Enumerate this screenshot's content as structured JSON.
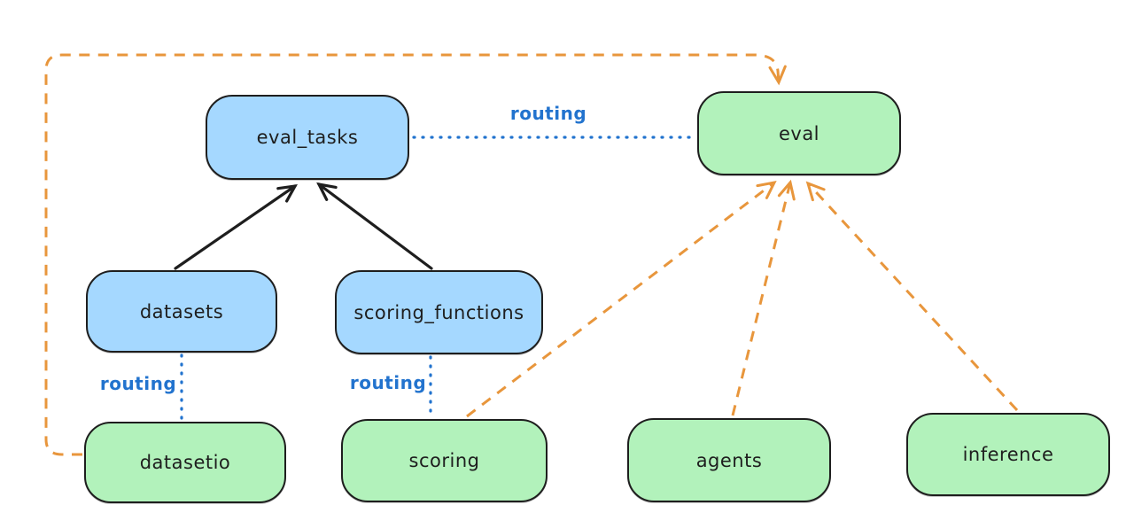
{
  "diagram": {
    "background_color": "#ffffff",
    "colors": {
      "node_stroke": "#1e1e1e",
      "blue_node_fill": "#a5d8ff",
      "green_node_fill": "#b2f2bb",
      "routing_label_blue": "#2273ce",
      "dashed_edge_orange": "#e8963c",
      "solid_edge_black": "#1e1e1e"
    },
    "nodes": [
      {
        "id": "eval_tasks",
        "label": "eval_tasks",
        "color": "blue"
      },
      {
        "id": "eval",
        "label": "eval",
        "color": "green"
      },
      {
        "id": "datasets",
        "label": "datasets",
        "color": "blue"
      },
      {
        "id": "scoring_functions",
        "label": "scoring_functions",
        "color": "blue"
      },
      {
        "id": "datasetio",
        "label": "datasetio",
        "color": "green"
      },
      {
        "id": "scoring",
        "label": "scoring",
        "color": "green"
      },
      {
        "id": "agents",
        "label": "agents",
        "color": "green"
      },
      {
        "id": "inference",
        "label": "inference",
        "color": "green"
      }
    ],
    "edge_labels": [
      {
        "id": "routing-top",
        "text": "routing"
      },
      {
        "id": "routing-datasetio",
        "text": "routing"
      },
      {
        "id": "routing-scoring",
        "text": "routing"
      }
    ],
    "edges": [
      {
        "from": "datasets",
        "to": "eval_tasks",
        "style": "solid",
        "color": "black",
        "arrowhead": "end"
      },
      {
        "from": "scoring_functions",
        "to": "eval_tasks",
        "style": "solid",
        "color": "black",
        "arrowhead": "end"
      },
      {
        "from": "eval_tasks",
        "to": "eval",
        "style": "dotted",
        "color": "blue",
        "arrowhead": "none",
        "label": "routing"
      },
      {
        "from": "datasets",
        "to": "datasetio",
        "style": "dotted",
        "color": "blue",
        "arrowhead": "none",
        "label": "routing"
      },
      {
        "from": "scoring_functions",
        "to": "scoring",
        "style": "dotted",
        "color": "blue",
        "arrowhead": "none",
        "label": "routing"
      },
      {
        "from": "datasetio",
        "to": "eval",
        "style": "dashed",
        "color": "orange",
        "arrowhead": "end",
        "route": "left-side-and-over-top"
      },
      {
        "from": "scoring",
        "to": "eval",
        "style": "dashed",
        "color": "orange",
        "arrowhead": "end"
      },
      {
        "from": "agents",
        "to": "eval",
        "style": "dashed",
        "color": "orange",
        "arrowhead": "end"
      },
      {
        "from": "inference",
        "to": "eval",
        "style": "dashed",
        "color": "orange",
        "arrowhead": "end"
      }
    ]
  }
}
